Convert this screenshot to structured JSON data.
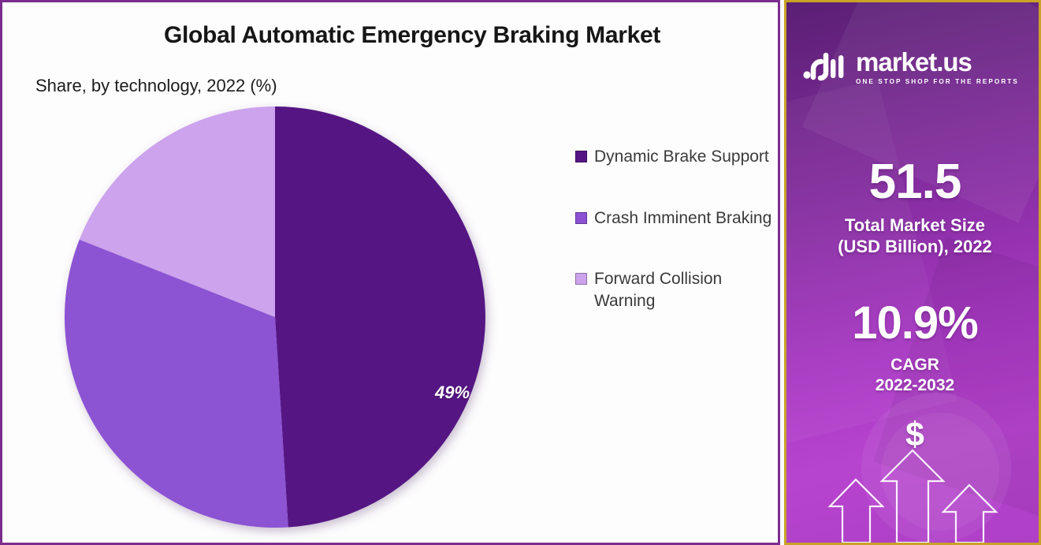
{
  "chart_data": {
    "type": "pie",
    "title": "Global Automatic Emergency Braking Market",
    "subtitle": "Share, by technology, 2022 (%)",
    "categories": [
      "Dynamic Brake Support",
      "Crash Imminent Braking",
      "Forward Collision Warning"
    ],
    "values": [
      49,
      32,
      19
    ],
    "value_labels": [
      "49%",
      "",
      ""
    ],
    "colors": [
      "#551684",
      "#8C52D3",
      "#CCA3EC"
    ],
    "legend_position": "right",
    "grid": false,
    "start_angle_deg": 0,
    "direction": "clockwise",
    "xlabel": "",
    "ylabel": ""
  },
  "left_panel": {
    "title": "Global Automatic Emergency Braking Market",
    "subtitle": "Share, by technology, 2022 (%)",
    "pie_label": "49%",
    "legend": [
      {
        "label": "Dynamic Brake Support",
        "color": "#551684"
      },
      {
        "label": "Crash Imminent Braking",
        "color": "#8C52D3"
      },
      {
        "label": "Forward Collision Warning",
        "color": "#CCA3EC"
      }
    ]
  },
  "right_panel": {
    "logo_name": "market.us",
    "logo_tagline": "ONE STOP SHOP FOR THE REPORTS",
    "stats": [
      {
        "value": "51.5",
        "caption_line1": "Total Market Size",
        "caption_line2": "(USD Billion), 2022"
      },
      {
        "value": "10.9%",
        "caption_line1": "CAGR",
        "caption_line2": "2022-2032"
      }
    ],
    "currency_symbol": "$",
    "accent_border": "#C9A227",
    "background_start": "#5A1F74",
    "background_end": "#B744CF"
  }
}
